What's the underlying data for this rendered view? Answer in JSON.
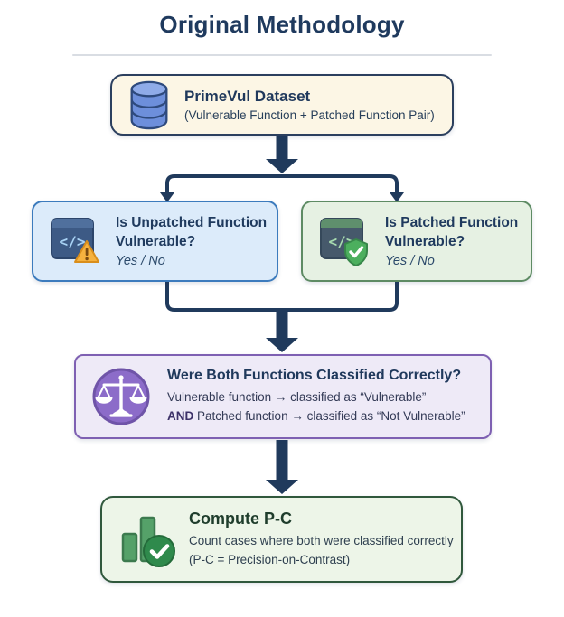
{
  "title": "Original Methodology",
  "colors": {
    "arrow": "#203a5c",
    "title_text": "#1f3a5e",
    "dataset_bg": "#fcf6e5",
    "dataset_border": "#2b3f5e",
    "unpatched_bg": "#dcebfa",
    "unpatched_border": "#3c7bbd",
    "patched_bg": "#e6f1e3",
    "patched_border": "#5e8b64",
    "classified_bg": "#eeeaf7",
    "classified_border": "#7e60b2",
    "compute_bg": "#edf5e8",
    "compute_border": "#30583c",
    "compute_title_text": "#1f3d2c"
  },
  "nodes": {
    "dataset": {
      "icon": "database-icon",
      "title": "PrimeVul Dataset",
      "subtitle": "(Vulnerable Function + Patched Function Pair)"
    },
    "unpatched": {
      "icon": "code-warning-icon",
      "question": "Is Unpatched Function Vulnerable?",
      "answer": "Yes / No"
    },
    "patched": {
      "icon": "code-shield-icon",
      "question": "Is Patched Function Vulnerable?",
      "answer": "Yes / No"
    },
    "classified": {
      "icon": "scales-icon",
      "title": "Were Both Functions Classified Correctly?",
      "condition1": "Vulnerable function → classified as “Vulnerable”",
      "condition2_prefix": "AND",
      "condition2_rest": " Patched function → classified as “Not Vulnerable”"
    },
    "compute": {
      "icon": "bar-chart-check-icon",
      "title": "Compute P-C",
      "line1": "Count cases where both were classified correctly",
      "line2": "(P-C = Precision-on-Contrast)"
    }
  }
}
